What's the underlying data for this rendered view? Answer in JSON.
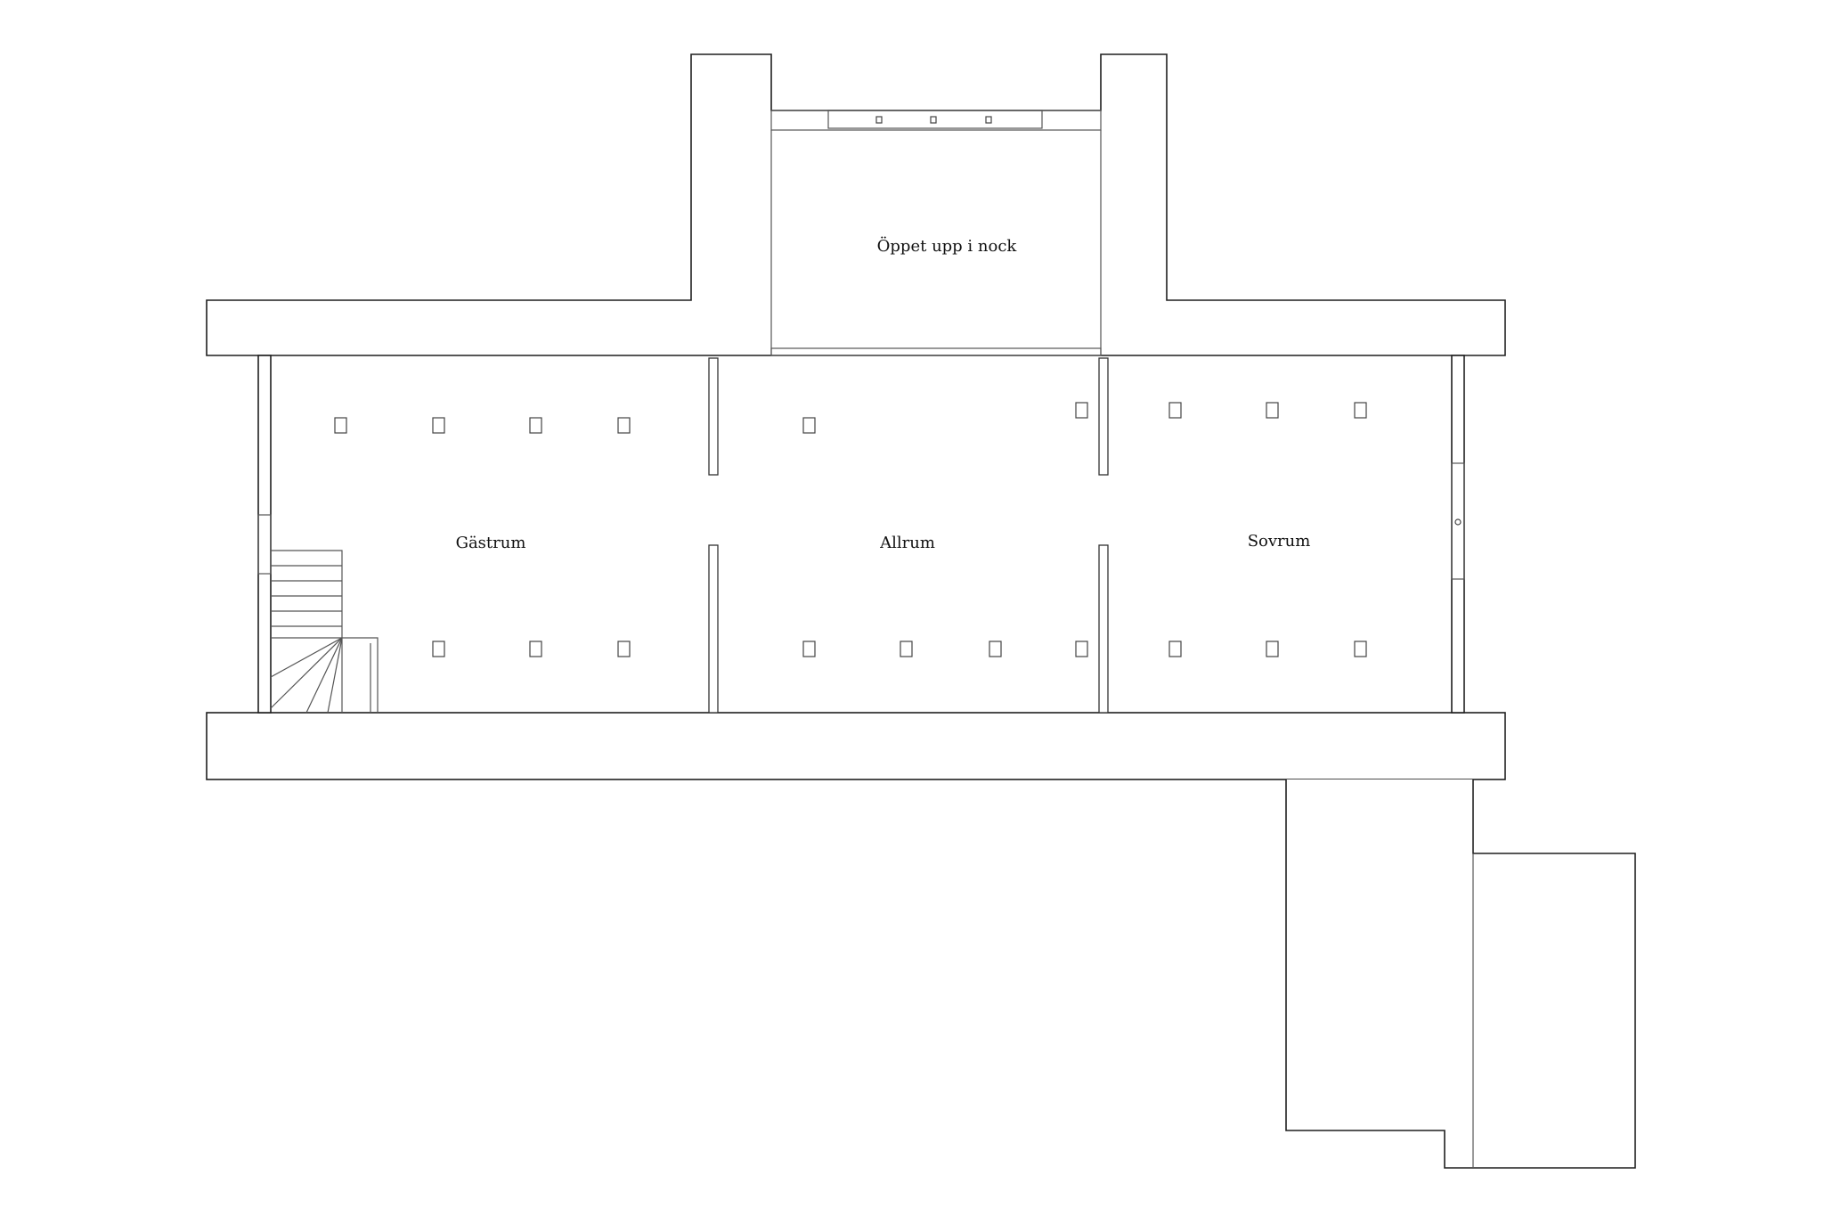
{
  "rooms": {
    "open_to_ridge": "Öppet upp i nock",
    "guest_room": "Gästrum",
    "living_room": "Allrum",
    "bedroom": "Sovrum"
  },
  "colors": {
    "background": "#ffffff",
    "line": "#1f1f1f"
  }
}
